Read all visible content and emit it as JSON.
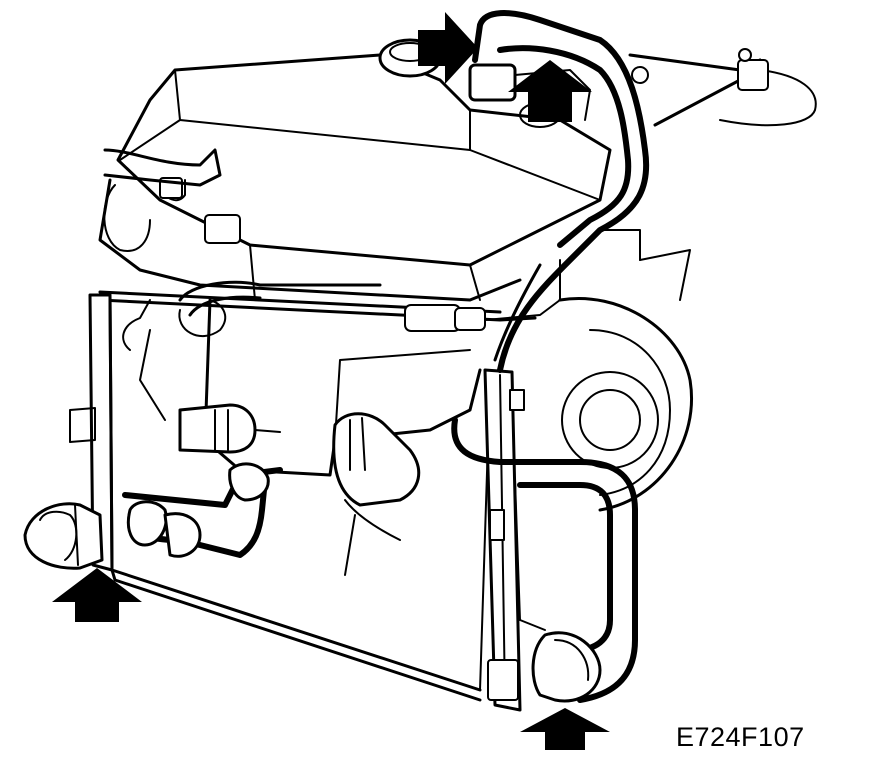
{
  "figure": {
    "reference_code": "E724F107",
    "arrows": [
      {
        "name": "arrow-upper-right",
        "direction": "right"
      },
      {
        "name": "arrow-upper-up",
        "direction": "up"
      },
      {
        "name": "arrow-lower-left",
        "direction": "up"
      },
      {
        "name": "arrow-lower-right",
        "direction": "up"
      }
    ]
  }
}
